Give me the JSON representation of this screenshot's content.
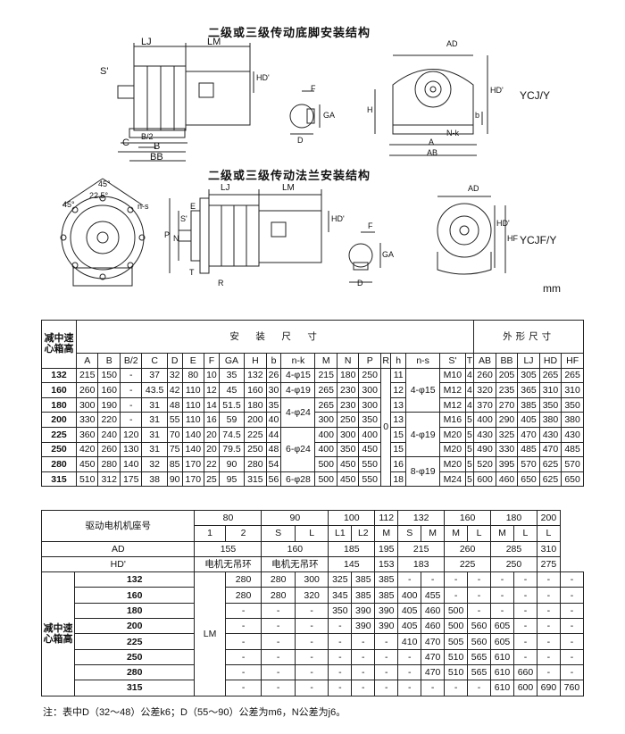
{
  "titles": {
    "foot": "二级或三级传动底脚安装结构",
    "flange": "二级或三级传动法兰安装结构"
  },
  "labels": {
    "ycj": "YCJ/Y",
    "ycjf": "YCJF/Y",
    "unit": "mm",
    "lj": "LJ",
    "lm": "LM",
    "s": "S'",
    "hd": "HD'",
    "c": "C",
    "b2": "B/2",
    "b": "B",
    "bb": "BB",
    "f": "F",
    "ga": "GA",
    "d": "D",
    "ad": "AD",
    "h": "H",
    "bsmall": "b",
    "nk": "N-k",
    "a": "A",
    "ab": "AB",
    "hf": "HF",
    "ns": "n-s",
    "p": "P",
    "n": "N",
    "t": "T",
    "r": "R",
    "e": "E",
    "deg45": "45°",
    "deg225": "22.5°"
  },
  "t1": {
    "rowhead": "减中速心箱高",
    "group_install": "安　装　尺　寸",
    "group_outline": "外形尺寸",
    "cols": [
      "A",
      "B",
      "B/2",
      "C",
      "D",
      "E",
      "F",
      "GA",
      "H",
      "b",
      "n-k",
      "M",
      "N",
      "P",
      "R",
      "h",
      "n-s",
      "S'",
      "T",
      "AB",
      "BB",
      "LJ",
      "HD",
      "HF"
    ],
    "rows": [
      {
        "c": [
          "132",
          "215",
          "150",
          "-",
          "37",
          "32",
          "80",
          "10",
          "35",
          "132",
          "26",
          "4-φ15",
          "215",
          "180",
          "250",
          "11",
          "M10",
          "4",
          "260",
          "205",
          "305",
          "265",
          "265"
        ]
      },
      {
        "c": [
          "160",
          "260",
          "160",
          "-",
          "43.5",
          "42",
          "110",
          "12",
          "45",
          "160",
          "30",
          "4-φ19",
          "265",
          "230",
          "300",
          "12",
          "M12",
          "4",
          "320",
          "235",
          "365",
          "310",
          "310"
        ]
      },
      {
        "c": [
          "180",
          "300",
          "190",
          "-",
          "31",
          "48",
          "110",
          "14",
          "51.5",
          "180",
          "35",
          "265",
          "230",
          "300",
          "13",
          "M12",
          "4",
          "370",
          "270",
          "385",
          "350",
          "350"
        ]
      },
      {
        "c": [
          "200",
          "330",
          "220",
          "-",
          "31",
          "55",
          "110",
          "16",
          "59",
          "200",
          "40",
          "300",
          "250",
          "350",
          "13",
          "M16",
          "5",
          "400",
          "290",
          "405",
          "380",
          "380"
        ]
      },
      {
        "c": [
          "225",
          "360",
          "240",
          "120",
          "31",
          "70",
          "140",
          "20",
          "74.5",
          "225",
          "44",
          "400",
          "300",
          "400",
          "15",
          "M20",
          "5",
          "430",
          "325",
          "470",
          "430",
          "430"
        ]
      },
      {
        "c": [
          "250",
          "420",
          "260",
          "130",
          "31",
          "75",
          "140",
          "20",
          "79.5",
          "250",
          "48",
          "400",
          "350",
          "450",
          "15",
          "M20",
          "5",
          "490",
          "330",
          "485",
          "470",
          "485"
        ]
      },
      {
        "c": [
          "280",
          "450",
          "280",
          "140",
          "32",
          "85",
          "170",
          "22",
          "90",
          "280",
          "54",
          "500",
          "450",
          "550",
          "16",
          "M20",
          "5",
          "520",
          "395",
          "570",
          "625",
          "570"
        ]
      },
      {
        "c": [
          "315",
          "510",
          "312",
          "175",
          "38",
          "90",
          "170",
          "25",
          "95",
          "315",
          "56",
          "6-φ28",
          "500",
          "450",
          "550",
          "18",
          "M24",
          "5",
          "600",
          "460",
          "650",
          "625",
          "650"
        ]
      }
    ],
    "nk_merged1": "4-φ24",
    "nk_merged2": "6-φ24",
    "r_merged": "0",
    "ns_merged1": "4-φ15",
    "ns_merged2": "4-φ19",
    "ns_merged3": "8-φ19"
  },
  "t2": {
    "motor_label": "驱动电机机座号",
    "frames": [
      "80",
      "90",
      "100",
      "112",
      "132",
      "160",
      "180",
      "200"
    ],
    "sub": [
      "1",
      "2",
      "S",
      "L",
      "L1",
      "L2",
      "M",
      "S",
      "M",
      "M",
      "L",
      "M",
      "L",
      "L"
    ],
    "ad_label": "AD",
    "ad": [
      "155",
      "160",
      "185",
      "195",
      "215",
      "260",
      "285",
      "310"
    ],
    "hd_label": "HD'",
    "hd1": "电机无吊环",
    "hd2": "电机无吊环",
    "hd": [
      "145",
      "153",
      "183",
      "225",
      "250",
      "275"
    ],
    "rowhead": "减中速心箱高",
    "lm": "LM",
    "rows": [
      {
        "h": "132",
        "v": [
          "280",
          "280",
          "300",
          "325",
          "385",
          "385",
          "-",
          "-",
          "-",
          "-",
          "-",
          "-",
          "-",
          "-"
        ]
      },
      {
        "h": "160",
        "v": [
          "280",
          "280",
          "320",
          "345",
          "385",
          "385",
          "400",
          "455",
          "-",
          "-",
          "-",
          "-",
          "-",
          "-"
        ]
      },
      {
        "h": "180",
        "v": [
          "-",
          "-",
          "-",
          "350",
          "390",
          "390",
          "405",
          "460",
          "500",
          "-",
          "-",
          "-",
          "-",
          "-"
        ]
      },
      {
        "h": "200",
        "v": [
          "-",
          "-",
          "-",
          "-",
          "390",
          "390",
          "405",
          "460",
          "500",
          "560",
          "605",
          "-",
          "-",
          "-"
        ]
      },
      {
        "h": "225",
        "v": [
          "-",
          "-",
          "-",
          "-",
          "-",
          "-",
          "410",
          "470",
          "505",
          "560",
          "605",
          "-",
          "-",
          "-"
        ]
      },
      {
        "h": "250",
        "v": [
          "-",
          "-",
          "-",
          "-",
          "-",
          "-",
          "-",
          "470",
          "510",
          "565",
          "610",
          "-",
          "-",
          "-"
        ]
      },
      {
        "h": "280",
        "v": [
          "-",
          "-",
          "-",
          "-",
          "-",
          "-",
          "-",
          "470",
          "510",
          "565",
          "610",
          "660",
          "-",
          "-"
        ]
      },
      {
        "h": "315",
        "v": [
          "-",
          "-",
          "-",
          "-",
          "-",
          "-",
          "-",
          "-",
          "-",
          "-",
          "610",
          "600",
          "690",
          "760"
        ]
      }
    ]
  },
  "note": "注：表中D（32～48）公差k6；D（55～90）公差为m6，N公差为j6。"
}
